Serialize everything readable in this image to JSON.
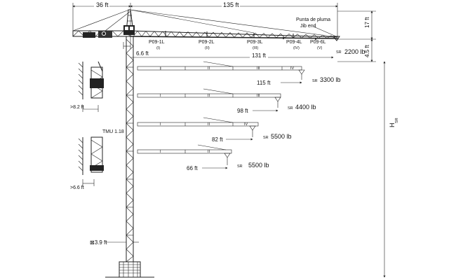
{
  "dimensions": {
    "counter_jib": "36 ft",
    "jib_length": "135 ft",
    "tip_height": "17 ft",
    "hook_drop": "4.5 ft",
    "mast_offset": "6.6 ft",
    "wall_clearance_top": ">8.2 ft",
    "wall_clearance_bottom": ">6.6 ft",
    "mast_section": "⊠3.9 ft",
    "height_label": "H",
    "height_sub": "SR"
  },
  "jib_end": {
    "label_es": "Punta de pluma",
    "label_en": "Jib end"
  },
  "tmu_label": "TMU 1.18",
  "sections": [
    {
      "code": "P09-1L",
      "roman": "(I)"
    },
    {
      "code": "P09-2L",
      "roman": "(II)"
    },
    {
      "code": "P09-3L",
      "roman": "(III)"
    },
    {
      "code": "P09-4L",
      "roman": "(IV)"
    },
    {
      "code": "P09-6L",
      "roman": "(V)"
    }
  ],
  "configurations": [
    {
      "reach": "131 ft",
      "sr": "SR",
      "load": "2200 lb"
    },
    {
      "reach": "115 ft",
      "sr": "SR",
      "load": "3300 lb"
    },
    {
      "reach": "98 ft",
      "sr": "SR",
      "load": "4400 lb"
    },
    {
      "reach": "82 ft",
      "sr": "SR",
      "load": "5500 lb"
    },
    {
      "reach": "66 ft",
      "sr": "SR",
      "load": "5500 lb"
    }
  ],
  "config_section_marks": [
    "I",
    "II",
    "III",
    "IV"
  ]
}
